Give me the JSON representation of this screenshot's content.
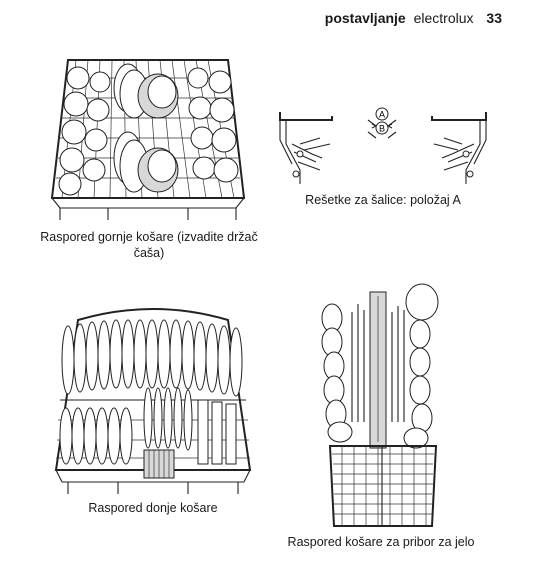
{
  "header": {
    "section": "postavljanje",
    "brand": "electrolux",
    "page_number": "33"
  },
  "figures": {
    "upper_basket": {
      "caption": "Raspored gornje košare (izvadite držač čaša)"
    },
    "cup_racks": {
      "caption": "Rešetke za šalice: položaj A",
      "marker_a": "A",
      "marker_b": "B"
    },
    "lower_basket": {
      "caption": "Raspored donje košare"
    },
    "cutlery_basket": {
      "caption": "Raspored košare za pribor za jelo"
    }
  }
}
